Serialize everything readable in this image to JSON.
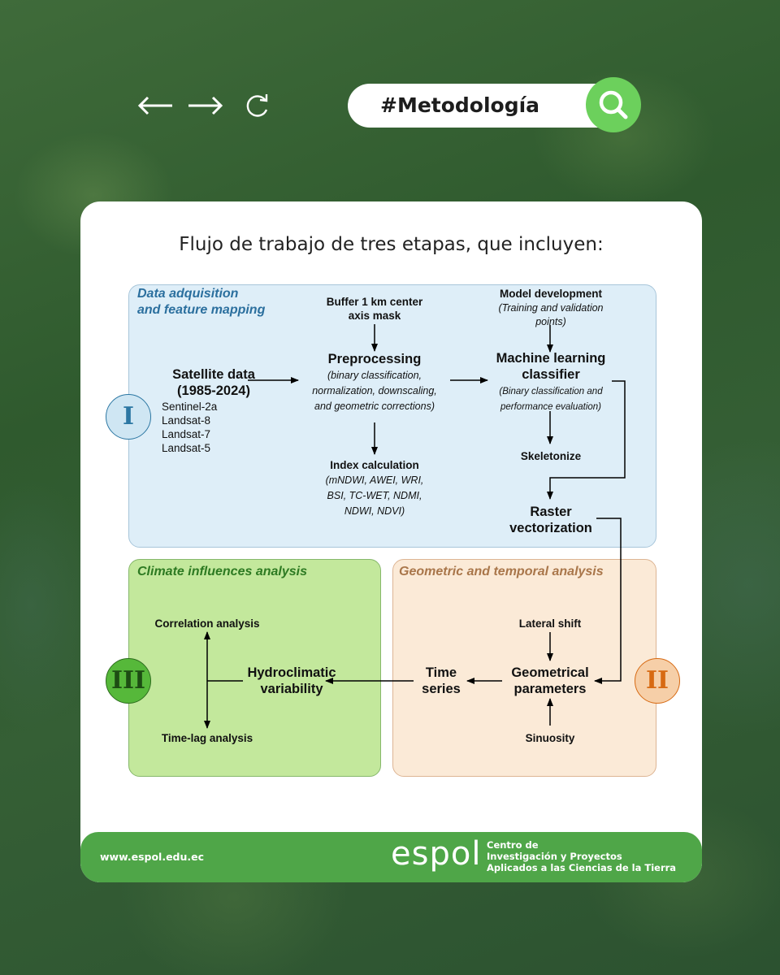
{
  "browser": {
    "back_icon": "left-arrow-icon",
    "forward_icon": "right-arrow-icon",
    "reload_icon": "reload-icon",
    "search_text": "#Metodología",
    "search_icon": "magnifier-icon",
    "search_button_color": "#6cd05c"
  },
  "card": {
    "title": "Flujo de trabajo de tres etapas, que incluyen:"
  },
  "diagram": {
    "stage1": {
      "numeral": "I",
      "title_line1": "Data adquisition",
      "title_line2": "and feature mapping",
      "color": "#deeef8",
      "satellite_title1": "Satellite data",
      "satellite_title2": "(1985-2024)",
      "sensors": [
        "Sentinel-2a",
        "Landsat-8",
        "Landsat-7",
        "Landsat-5"
      ],
      "buffer1": "Buffer 1 km center",
      "buffer2": "axis mask",
      "preprocessing": "Preprocessing",
      "preproc_d1": "(binary classification,",
      "preproc_d2": "normalization, downscaling,",
      "preproc_d3": "and geometric corrections)",
      "index_title": "Index calculation",
      "index_d1": "(mNDWI, AWEI, WRI,",
      "index_d2": "BSI, TC-WET, NDMI,",
      "index_d3": "NDWI, NDVI)",
      "model_title": "Model development",
      "model_d1": "(Training and validation",
      "model_d2": "points)",
      "ml1": "Machine learning",
      "ml2": "classifier",
      "ml_d1": "(Binary classification and",
      "ml_d2": "performance evaluation)",
      "skeletonize": "Skeletonize",
      "raster1": "Raster",
      "raster2": "vectorization"
    },
    "stage2": {
      "numeral": "II",
      "title": "Geometric and temporal analysis",
      "color": "#fbead7",
      "lateral": "Lateral shift",
      "geom1": "Geometrical",
      "geom2": "parameters",
      "sinuosity": "Sinuosity",
      "ts1": "Time",
      "ts2": "series"
    },
    "stage3": {
      "numeral": "III",
      "title": "Climate influences analysis",
      "color": "#c3e89c",
      "correlation": "Correlation analysis",
      "hydro1": "Hydroclimatic",
      "hydro2": "variability",
      "timelag": "Time-lag analysis"
    }
  },
  "footer": {
    "url": "www.espol.edu.ec",
    "logo": "espol",
    "org1": "Centro de",
    "org2": "Investigación y Proyectos",
    "org3": "Aplicados a las Ciencias de la Tierra",
    "color": "#4fa648"
  }
}
